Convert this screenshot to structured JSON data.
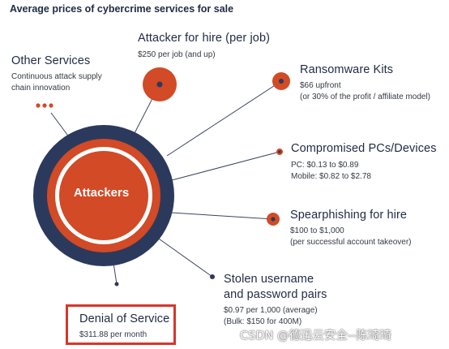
{
  "title": "Average prices of cybercrime services for sale",
  "center_label": "Attackers",
  "colors": {
    "navy": "#2b3a5c",
    "orange": "#d24a26",
    "highlight_border": "#d7362b"
  },
  "services": {
    "other": {
      "heading": "Other Services",
      "line1": "Continuous attack supply",
      "line2": "chain innovation"
    },
    "attacker_for_hire": {
      "heading": "Attacker for hire (per job)",
      "line1": "$250 per job (and up)"
    },
    "ransomware": {
      "heading": "Ransomware Kits",
      "line1": "$66 upfront",
      "line2": "(or 30% of the profit / affiliate model)"
    },
    "compromised_pcs": {
      "heading": "Compromised PCs/Devices",
      "line1": "PC: $0.13 to $0.89",
      "line2": "Mobile: $0.82 to $2.78"
    },
    "spearphishing": {
      "heading": "Spearphishing for hire",
      "line1": "$100 to $1,000",
      "line2": "(per successful account takeover)"
    },
    "stolen_credentials": {
      "heading1": "Stolen username",
      "heading2": "and password pairs",
      "line1": "$0.97 per 1,000 (average)",
      "line2": "(Bulk: $150 for 400M)"
    },
    "dos": {
      "heading": "Denial of Service",
      "line1": "$311.88 per month"
    }
  },
  "watermark": "CSDN @德迅云安全--陈琦琦"
}
